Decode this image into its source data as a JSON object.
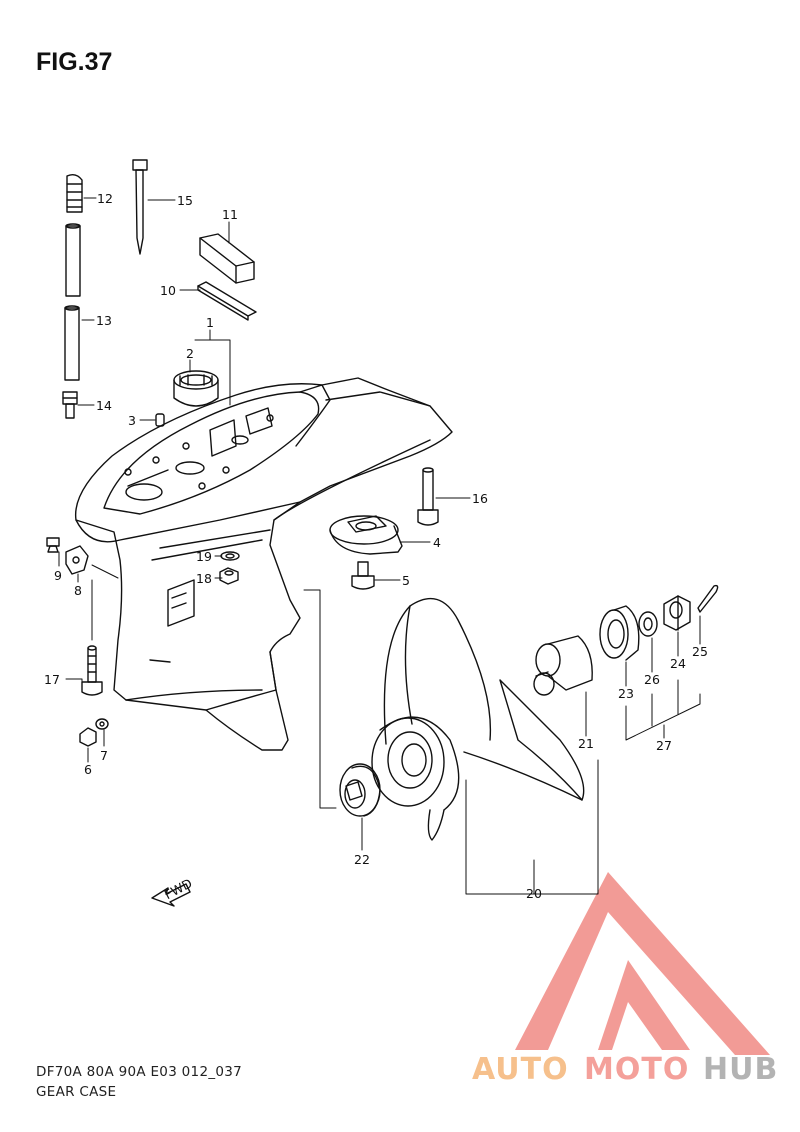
{
  "figure": {
    "title": "FIG.37",
    "code": "DF70A 80A 90A E03 012_037",
    "caption": "GEAR CASE"
  },
  "callouts": [
    "1",
    "2",
    "3",
    "4",
    "5",
    "6",
    "7",
    "8",
    "9",
    "10",
    "11",
    "12",
    "13",
    "14",
    "15",
    "16",
    "17",
    "18",
    "19",
    "20",
    "21",
    "22",
    "23",
    "24",
    "25",
    "26",
    "27"
  ],
  "fwd_label": "FWD",
  "watermark": {
    "part1": "AUTO",
    "part2": "MOTO",
    "part3": "HUB",
    "colors": {
      "auto": "#f6c08c",
      "moto": "#f4a09a",
      "hub": "#b3b3b3",
      "logo": "#f08a84"
    }
  }
}
